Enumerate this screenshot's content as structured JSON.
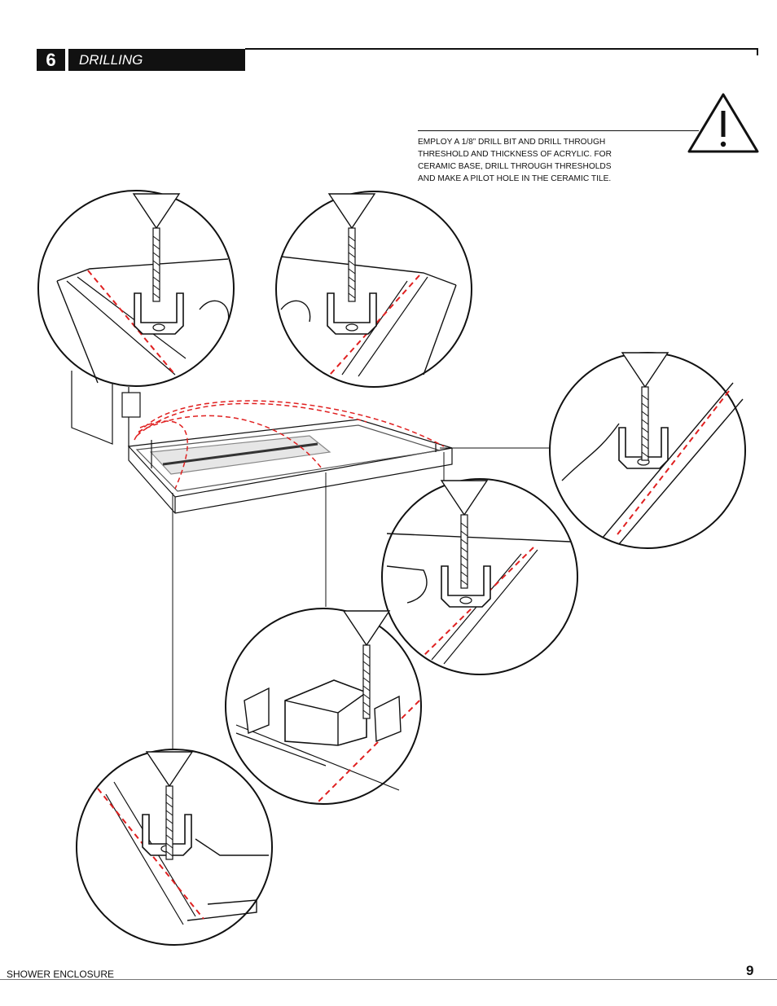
{
  "header": {
    "step_number": "6",
    "step_title": "DRILLING"
  },
  "warning": {
    "icon": "warning-triangle-icon",
    "lines": [
      "EMPLOY A 1/8” DRILL BIT AND DRILL THROUGH",
      "THRESHOLD AND THICKNESS OF ACRYLIC. FOR",
      "CERAMIC BASE, DRILL THROUGH THRESHOLDS",
      "AND MAKE A PILOT HOLE IN THE CERAMIC TILE."
    ]
  },
  "footer": {
    "left_text": "SHOWER ENCLOSURE",
    "page_number": "9"
  },
  "colors": {
    "ink": "#111111",
    "dashed_red": "#e02020"
  }
}
